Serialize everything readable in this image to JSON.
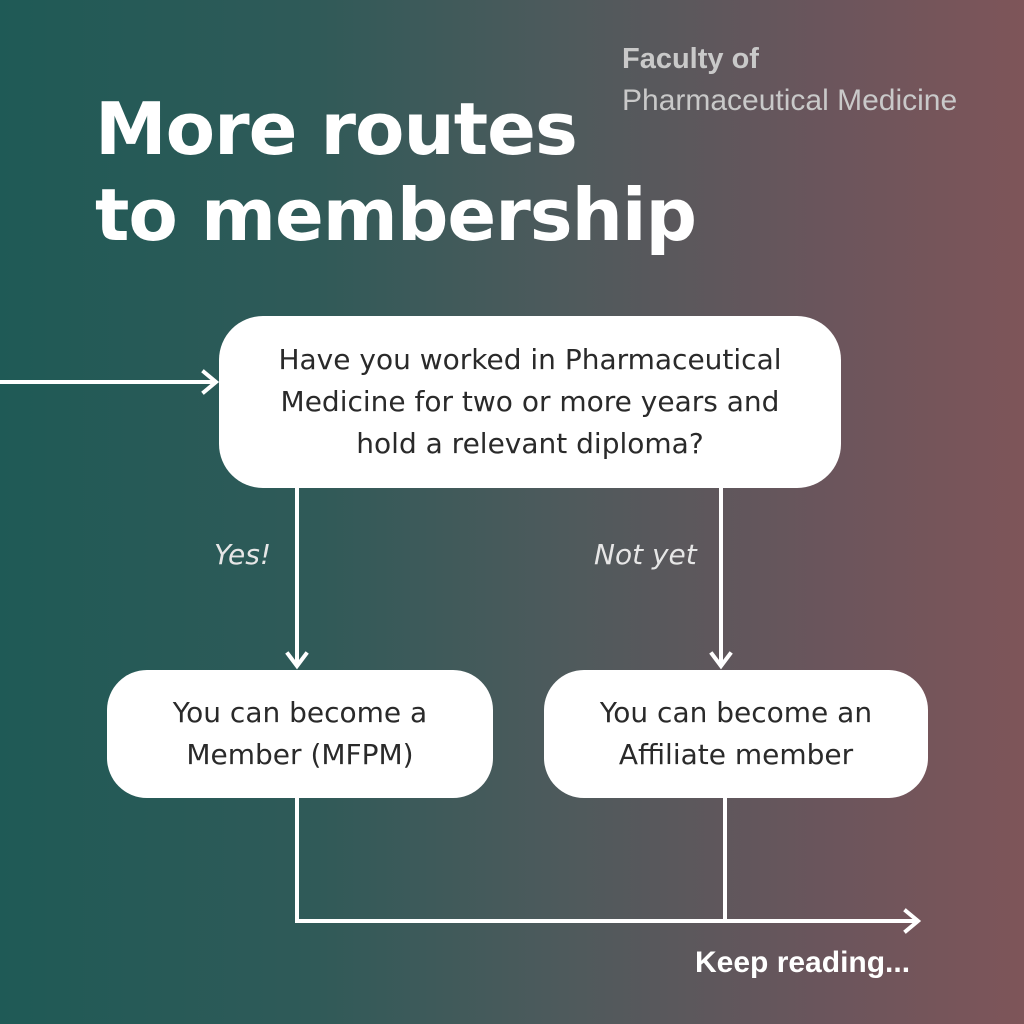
{
  "header": {
    "org_line1": "Faculty of",
    "org_line2": "Pharmaceutical Medicine",
    "title_line1": "More routes",
    "title_line2": "to membership"
  },
  "flowchart": {
    "question": {
      "lines": [
        "Have you worked in Pharmaceutical",
        "Medicine for two or more years and",
        "hold a relevant diploma?"
      ]
    },
    "yes_label": "Yes!",
    "notyet_label": "Not yet",
    "member_outcome": {
      "lines": [
        "You can become a",
        "Member (MFPM)"
      ]
    },
    "affiliate_outcome": {
      "lines": [
        "You can become an",
        "Affiliate member"
      ]
    }
  },
  "footer": {
    "cta": "Keep reading..."
  },
  "colors": {
    "gradient_left": "#1f5a56",
    "gradient_right": "#7e5559",
    "box_fill": "#ffffff",
    "line": "#ffffff",
    "org_text": "#c9c9c9"
  }
}
